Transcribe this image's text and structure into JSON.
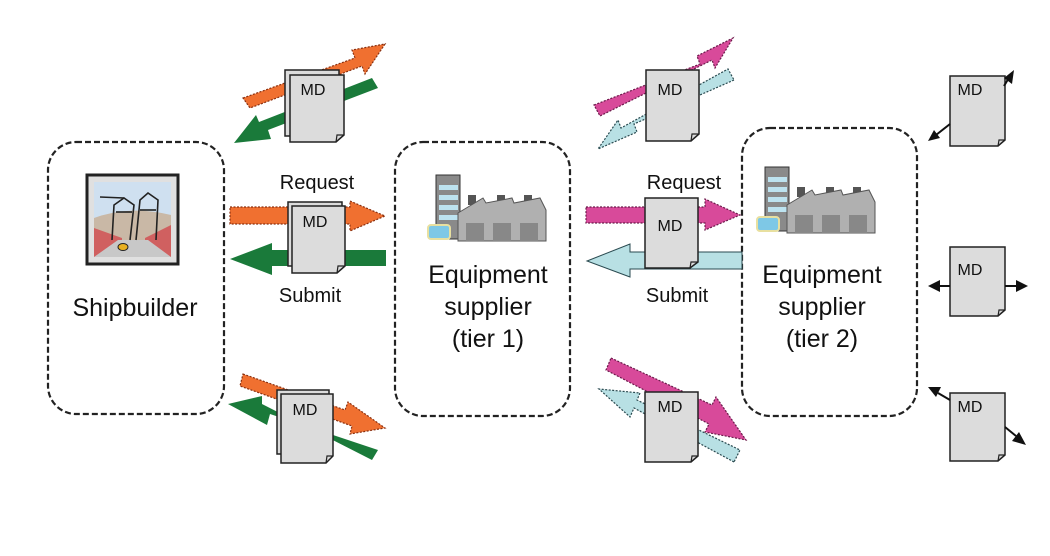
{
  "entities": {
    "shipbuilder": {
      "label": "Shipbuilder"
    },
    "tier1": {
      "label_lines": [
        "Equipment",
        "supplier",
        "(tier 1)"
      ]
    },
    "tier2": {
      "label_lines": [
        "Equipment",
        "supplier",
        "(tier 2)"
      ]
    }
  },
  "links": {
    "ship_tier1": {
      "request_label": "Request",
      "submit_label": "Submit"
    },
    "tier1_tier2": {
      "request_label": "Request",
      "submit_label": "Submit"
    }
  },
  "document_label": "MD",
  "colors": {
    "request_tier1": "#f07030",
    "submit_tier1": "#1a7a3a",
    "request_tier2": "#d84a9a",
    "submit_tier2": "#b8e0e4",
    "document_fill": "#dcdcdc",
    "box_border": "#222222"
  }
}
